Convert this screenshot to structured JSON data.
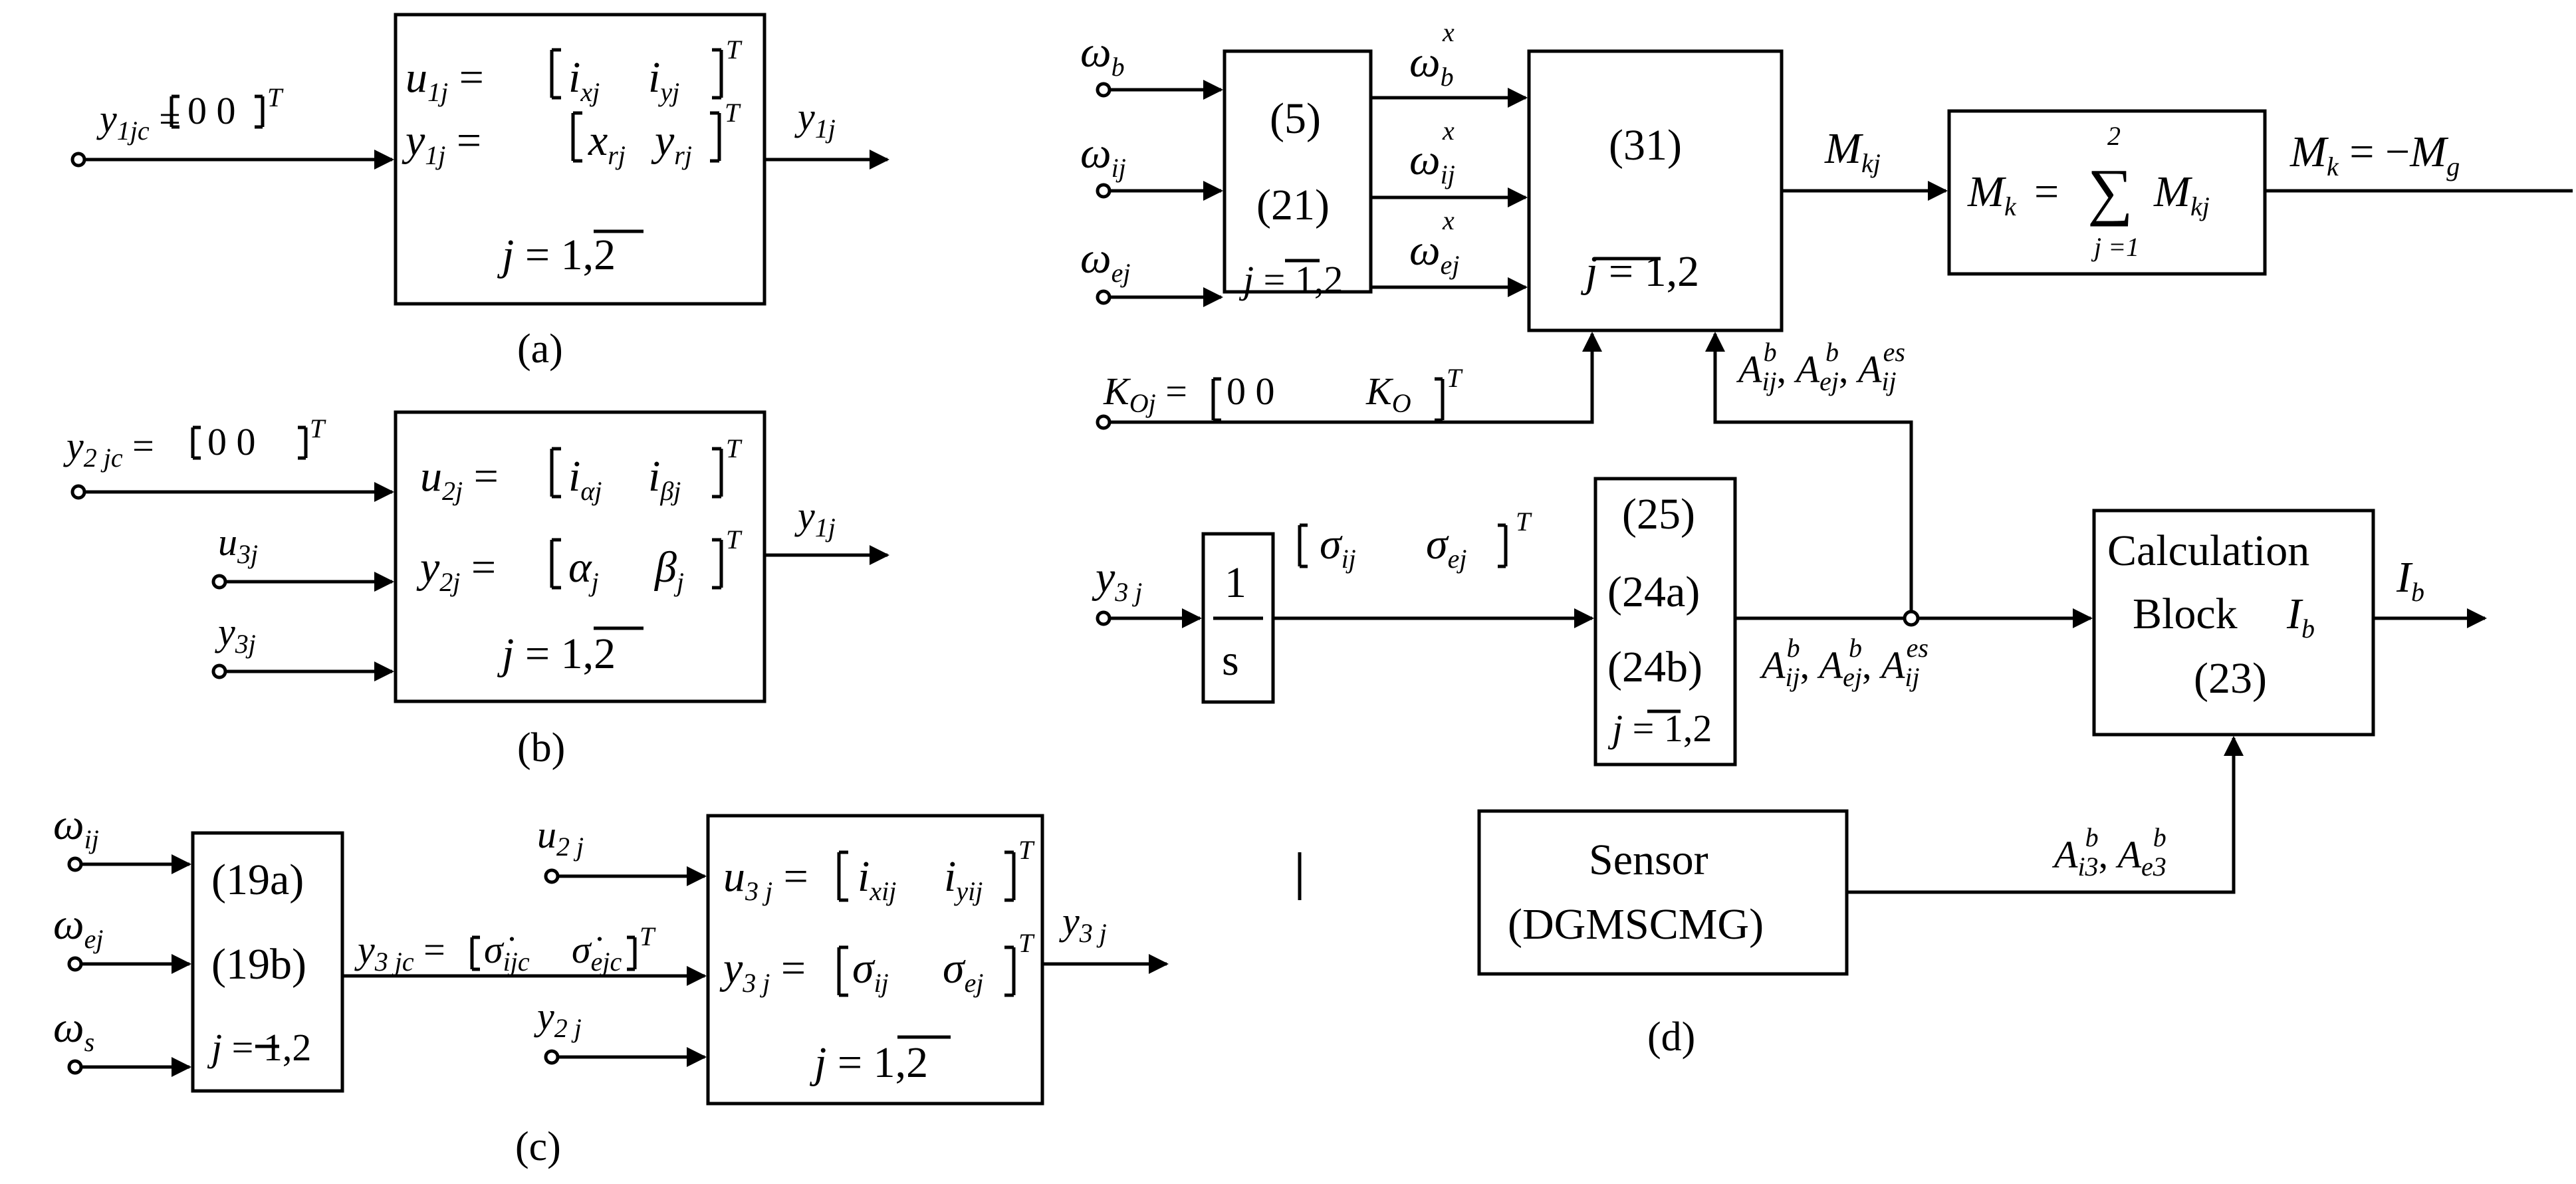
{
  "panel_a": {
    "caption": "(a)",
    "input_ref": "y1jc = [0 0]^T",
    "line1": "u1j = [ixj iyj]^T",
    "line2": "y1j = [xrj yrj]^T",
    "line3": "j = 1,2",
    "output": "y1j"
  },
  "panel_b": {
    "caption": "(b)",
    "input_ref": "y2jc = [0 0]^T",
    "input2": "u3j",
    "input3": "y3j",
    "line1": "u2j = [iαj iβj]^T",
    "line2": "y2j = [αj βj]^T",
    "line3": "j = 1,2",
    "output": "y1j"
  },
  "panel_c": {
    "caption": "(c)",
    "inputs": [
      "ωij",
      "ωej",
      "ωs"
    ],
    "block_lines": [
      "(19a)",
      "(19b)",
      "j = 1,2"
    ],
    "mid_signal": "y3jc = [σ̇ijc σ̇ejc]^T",
    "input_u": "u2j",
    "input_y": "y2j",
    "line1": "u3j = [ixij iyij]^T",
    "line2": "y3j = [σij σej]^T",
    "line3": "j = 1,2",
    "output": "y3j"
  },
  "panel_d": {
    "caption": "(d)",
    "inputs": [
      "ωb",
      "ωij",
      "ωej"
    ],
    "block_5_lines": [
      "(5)",
      "(21)",
      "j = 1,2"
    ],
    "x_signals": [
      "ωbx",
      "ωijx",
      "ωejx"
    ],
    "block_31_lines": [
      "(31)",
      "j = 1,2"
    ],
    "k_input": "KOj = [0 0 KO]^T",
    "mkj": "Mkj",
    "sum_block": "Mk = Σ Mkj (j=1..2)",
    "mk_out": "Mk = −Mg",
    "y3j": "y3j",
    "integrator": "1/s",
    "sigma_vec": "[σij σej]^T",
    "block_25_lines": [
      "(25)",
      "(24a)",
      "(24b)",
      "j = 1,2"
    ],
    "a_feedback": "Aijb, Aejb, Aijes",
    "a_signal": "Aijb, Aejb, Aijes",
    "calc_lines": [
      "Calculation",
      "Block",
      "(23)"
    ],
    "ib": "Ib",
    "sensor_lines": [
      "Sensor",
      "(DGMSCMG)"
    ],
    "a3_signal": "Ai3b, Ae3b"
  }
}
